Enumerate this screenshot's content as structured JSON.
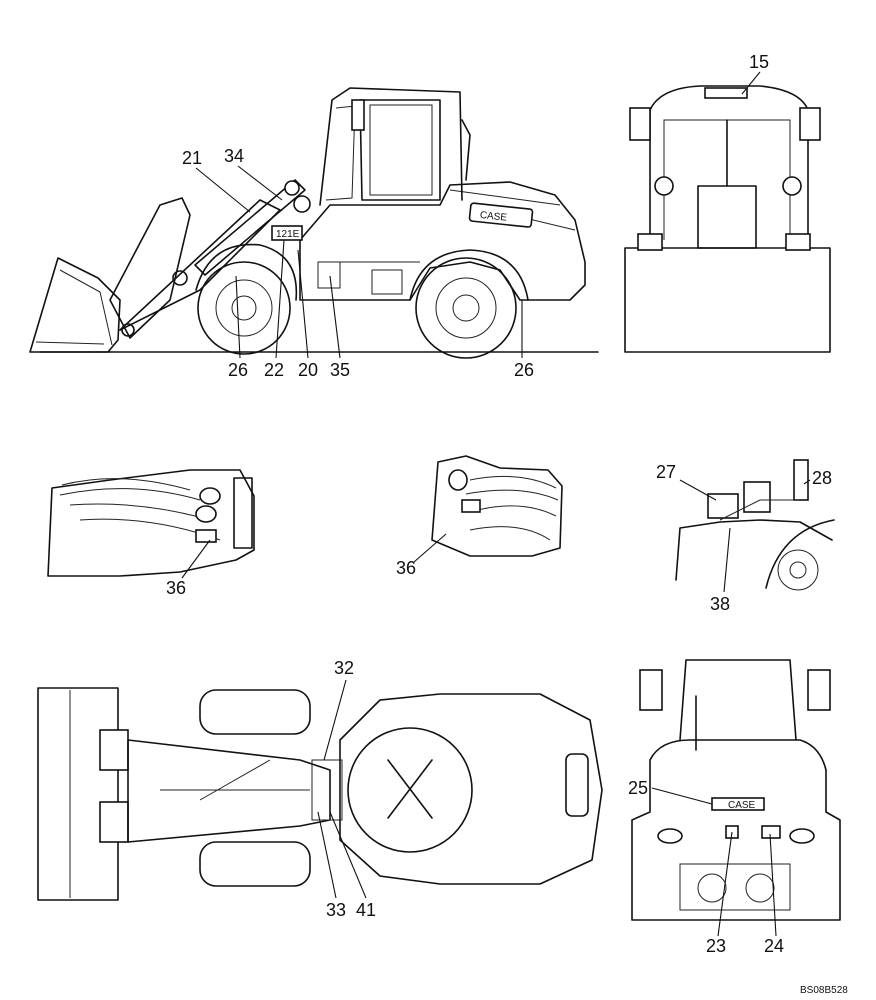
{
  "callouts": {
    "c15": "15",
    "c21": "21",
    "c34": "34",
    "c26a": "26",
    "c22": "22",
    "c20": "20",
    "c35": "35",
    "c26b": "26",
    "c36a": "36",
    "c36b": "36",
    "c27": "27",
    "c28": "28",
    "c38": "38",
    "c32": "32",
    "c33": "33",
    "c41": "41",
    "c25": "25",
    "c23": "23",
    "c24": "24"
  },
  "decal_text": {
    "brand": "CASE",
    "model": "121E",
    "rear_brand": "CASE"
  },
  "drawing_code": "BS08B528",
  "colors": {
    "ink": "#111111",
    "paper": "#ffffff"
  }
}
